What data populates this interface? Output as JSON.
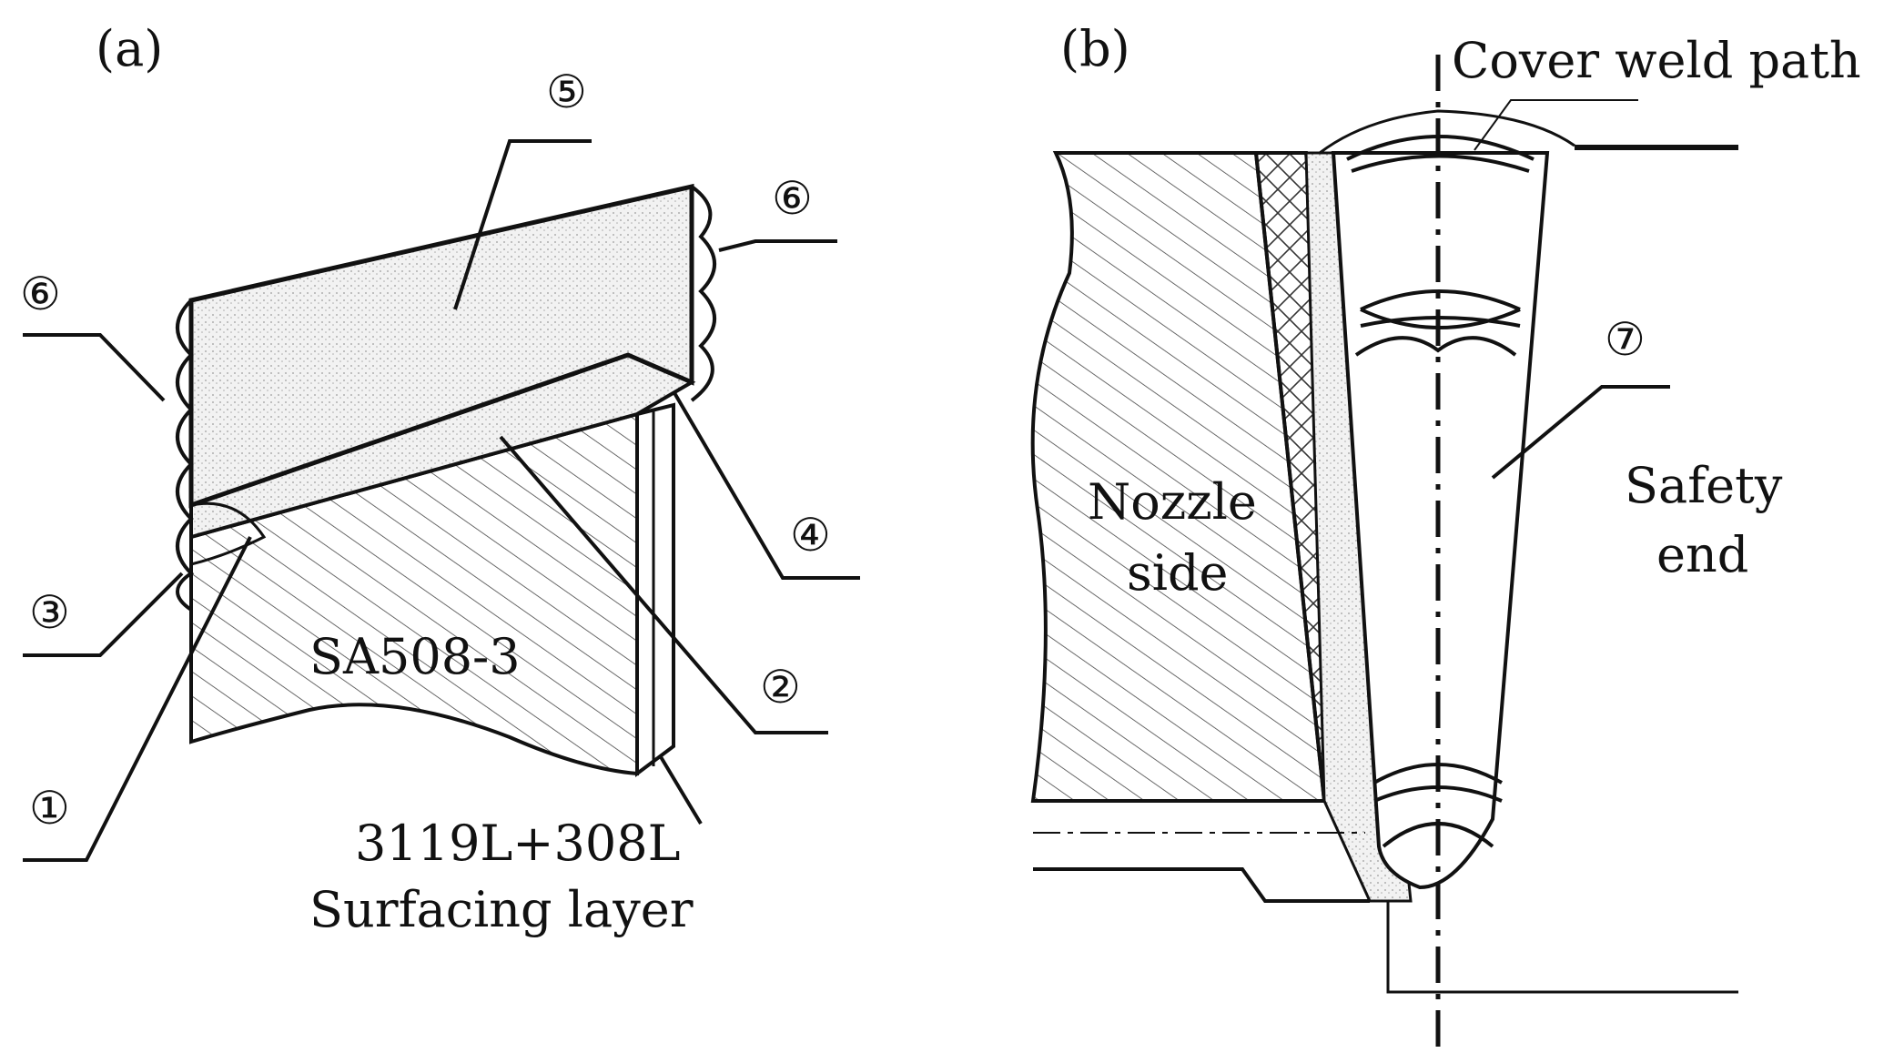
{
  "panels": {
    "a": {
      "label": "(a)",
      "markers": {
        "m1": "①",
        "m2": "②",
        "m3": "③",
        "m4": "④",
        "m5": "⑤",
        "m6_left": "⑥",
        "m6_right": "⑥"
      },
      "base_material": "SA508-3",
      "surfacing_line1": "3119L+308L",
      "surfacing_line2": "Surfacing layer"
    },
    "b": {
      "label": "(b)",
      "cover_weld": "Cover weld path",
      "marker7": "⑦",
      "nozzle_line1": "Nozzle",
      "nozzle_line2": "side",
      "safety_line1": "Safety",
      "safety_line2": "end"
    }
  },
  "colors": {
    "ink": "#111111",
    "stipple": "#b5b5b5",
    "fill_light": "#ededed",
    "background": "#ffffff"
  }
}
